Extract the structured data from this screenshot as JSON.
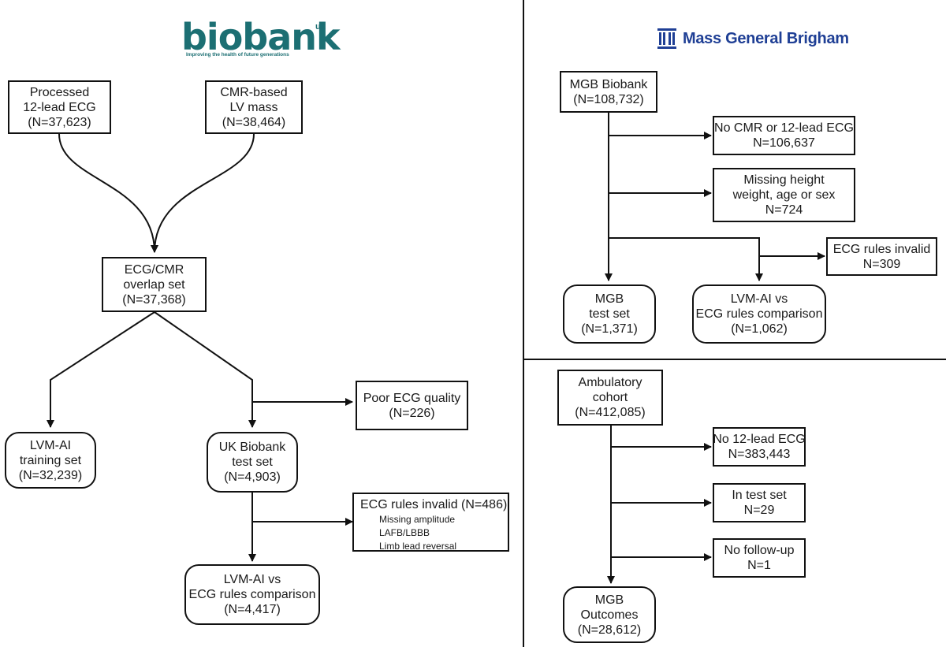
{
  "logos": {
    "uk_biobank": {
      "wordmark": "biobank",
      "superscript": "uk",
      "tagline": "Improving the health of future generations",
      "color": "#1c6f73"
    },
    "mgb": {
      "name": "Mass General Brigham",
      "icon": "columns-building-icon",
      "color": "#1f3f95"
    }
  },
  "uk_biobank": {
    "processed_ecg": [
      "Processed",
      "12-lead ECG",
      "(N=37,623)"
    ],
    "cmr_lv_mass": [
      "CMR-based",
      "LV mass",
      "(N=38,464)"
    ],
    "overlap_set": [
      "ECG/CMR",
      "overlap set",
      "(N=37,368)"
    ],
    "training_set": [
      "LVM-AI",
      "training set",
      "(N=32,239)"
    ],
    "test_set": [
      "UK Biobank",
      "test set",
      "(N=4,903)"
    ],
    "poor_quality": [
      "Poor ECG quality",
      "(N=226)"
    ],
    "rules_invalid": {
      "title": "ECG rules invalid (N=486)",
      "items": [
        "Missing amplitude",
        "LAFB/LBBB",
        "Limb lead reversal"
      ]
    },
    "comparison": [
      "LVM-AI vs",
      "ECG rules comparison",
      "(N=4,417)"
    ]
  },
  "mgb_biobank": {
    "start": [
      "MGB Biobank",
      "(N=108,732)"
    ],
    "no_cmr_ecg": [
      "No CMR or 12-lead ECG",
      "N=106,637"
    ],
    "missing_info": [
      "Missing height",
      "weight, age or sex",
      "N=724"
    ],
    "rules_invalid": [
      "ECG rules invalid",
      "N=309"
    ],
    "test_set": [
      "MGB",
      "test set",
      "(N=1,371)"
    ],
    "comparison": [
      "LVM-AI vs",
      "ECG rules comparison",
      "(N=1,062)"
    ]
  },
  "ambulatory": {
    "start": [
      "Ambulatory",
      "cohort",
      "(N=412,085)"
    ],
    "no_ecg": [
      "No 12-lead ECG",
      "N=383,443"
    ],
    "in_test_set": [
      "In test set",
      "N=29"
    ],
    "no_follow_up": [
      "No follow-up",
      "N=1"
    ],
    "outcomes": [
      "MGB",
      "Outcomes",
      "(N=28,612)"
    ]
  }
}
